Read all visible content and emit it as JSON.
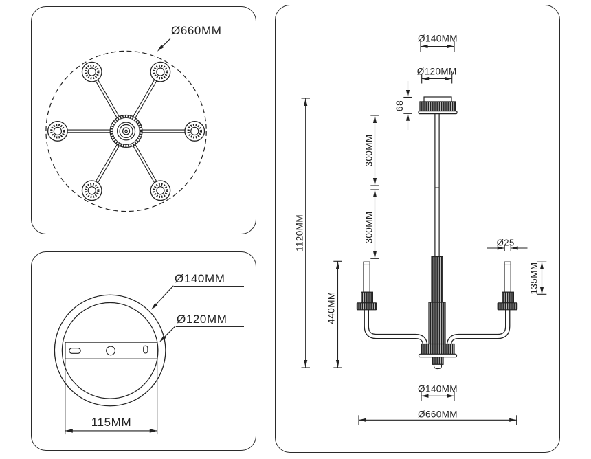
{
  "colors": {
    "line": "#222222",
    "background": "#ffffff"
  },
  "top_view": {
    "spread": "Ø660MM"
  },
  "mount_view": {
    "outer": "Ø140MM",
    "inner": "Ø120MM",
    "bracket_width": "115MM"
  },
  "side_view": {
    "canopy_outer": "Ø140MM",
    "canopy_inner": "Ø120MM",
    "canopy_height": "68",
    "total_height": "1120MM",
    "rod_upper": "300MM",
    "rod_lower": "300MM",
    "body_height": "440MM",
    "candle_diameter": "Ø25",
    "candle_height": "135MM",
    "hub_diameter": "Ø140MM",
    "spread": "Ø660MM"
  }
}
